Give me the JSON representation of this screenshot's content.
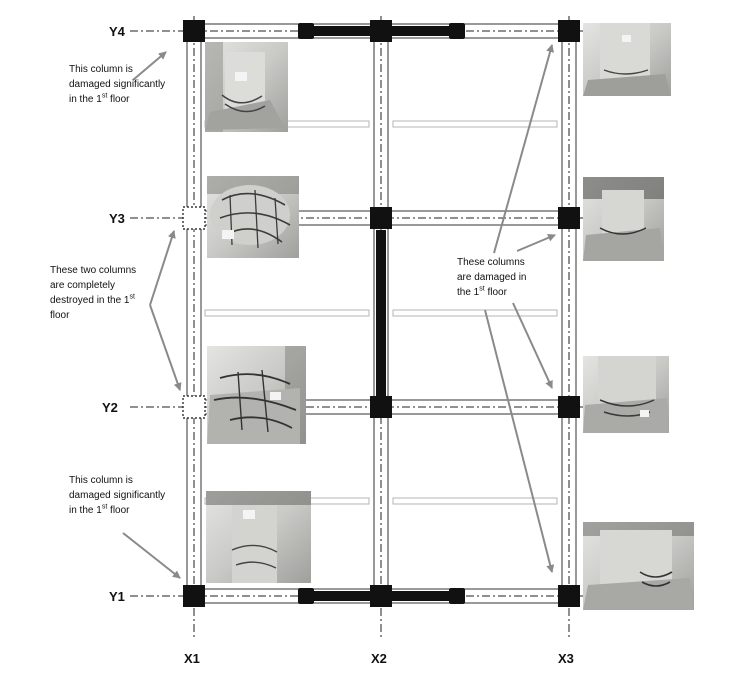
{
  "grid": {
    "x_labels": [
      "X1",
      "X2",
      "X3"
    ],
    "y_labels": [
      "Y4",
      "Y3",
      "Y2",
      "Y1"
    ]
  },
  "annotations": {
    "top_left": {
      "before": "This column is damaged significantly in the 1",
      "sup": "st",
      "after": " floor"
    },
    "middle_left": {
      "before": "These two columns are completely destroyed in the 1",
      "sup": "st",
      "after": " floor"
    },
    "bottom_left": {
      "before": "This column is damaged significantly in the 1",
      "sup": "st",
      "after": " floor"
    },
    "right": {
      "before": "These columns are damaged in the 1",
      "sup": "st",
      "after": " floor"
    }
  },
  "photos": [
    {
      "name": "photo-column-x1-y4"
    },
    {
      "name": "photo-column-x1-y3"
    },
    {
      "name": "photo-column-x1-y2"
    },
    {
      "name": "photo-column-x1-y1"
    },
    {
      "name": "photo-column-x3-y4"
    },
    {
      "name": "photo-column-x3-y3"
    },
    {
      "name": "photo-column-x3-y2"
    },
    {
      "name": "photo-column-x3-y1"
    }
  ],
  "colors": {
    "column_fill": "#111111",
    "beam_line": "#333333",
    "arrow": "#8a8a8a",
    "photo_base": "#c9c9c6"
  }
}
